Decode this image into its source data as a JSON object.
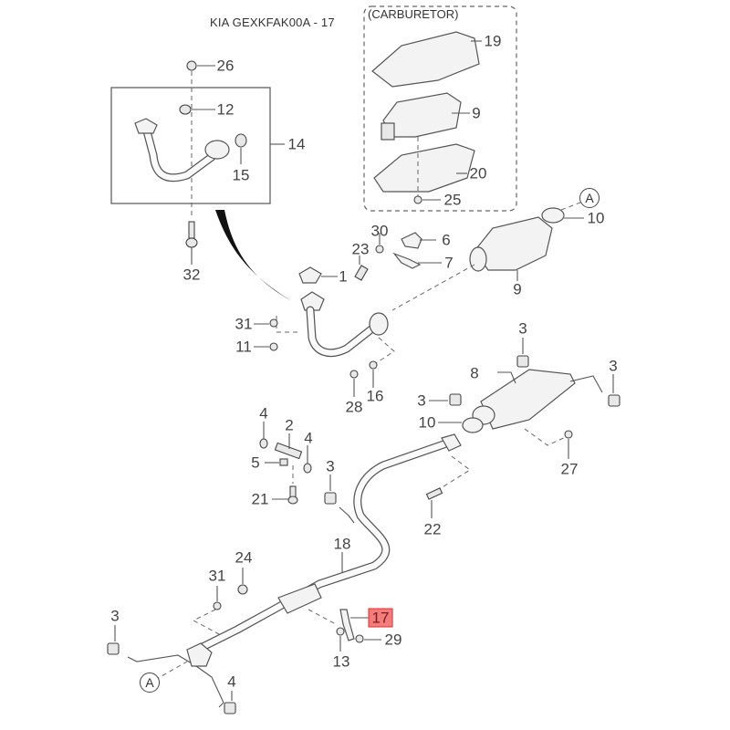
{
  "diagram": {
    "title": "KIA GEXKFAK00A - 17",
    "carburetor_group_label": "(CARBURETOR)",
    "highlight_color": "#f47c7c",
    "highlighted_part": "17",
    "reference_marker": "A",
    "callouts": {
      "c26": "26",
      "c12": "12",
      "c14": "14",
      "c15": "15",
      "c32": "32",
      "c19": "19",
      "c9_carb": "9",
      "c20": "20",
      "c25": "25",
      "c10_top": "10",
      "c30": "30",
      "c6": "6",
      "c23": "23",
      "c1": "1",
      "c7": "7",
      "c9": "9",
      "c31_top": "31",
      "c11": "11",
      "c28": "28",
      "c16": "16",
      "c3_a": "3",
      "c8": "8",
      "c3_b": "3",
      "c3_c": "3",
      "c10_mid": "10",
      "c27": "27",
      "c4_a": "4",
      "c2": "2",
      "c4_b": "4",
      "c5": "5",
      "c3_d": "3",
      "c21": "21",
      "c22": "22",
      "c18": "18",
      "c24": "24",
      "c31_bot": "31",
      "c17": "17",
      "c29": "29",
      "c13": "13",
      "c3_e": "3",
      "c4_c": "4"
    }
  }
}
